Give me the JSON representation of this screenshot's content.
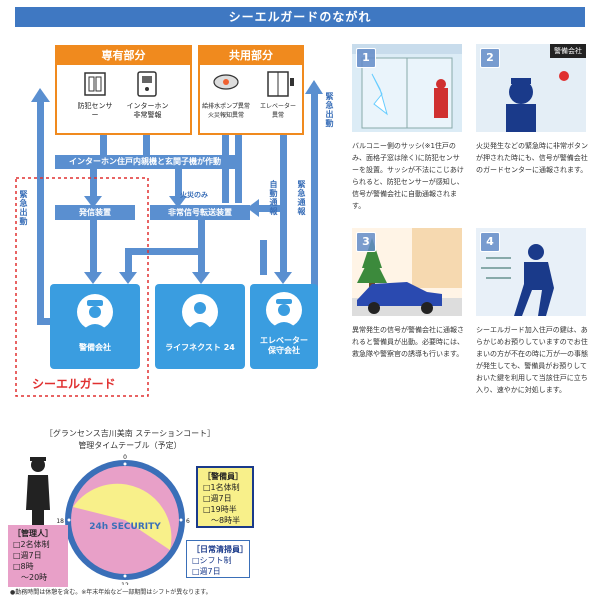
{
  "header": {
    "title": "シーエルガードのながれ"
  },
  "flow": {
    "private_area": "専有部分",
    "common_area": "共用部分",
    "sensors": [
      {
        "label": "防犯センサー"
      },
      {
        "label": "インターホン\n非常警報"
      },
      {
        "label": "給排水ポンプ異常\n火災報知異常"
      },
      {
        "label": "エレベーター\n異常"
      }
    ],
    "intercom_bar": "インターホン住戸内親機と玄関子機が作動",
    "fire_only": "火災のみ",
    "transmitter": "発信装置",
    "emergency_transfer": "非常信号転送装置",
    "emergency_dispatch_left": "緊急出動",
    "emergency_dispatch_right": "緊急出動",
    "auto_report": "自動通報",
    "urgent_report": "緊急通報",
    "guard_company": "警備会社",
    "lifenext": "ライフネクスト 24",
    "elevator_maint": "エレベーター\n保守会社",
    "brand": "シーエルガード"
  },
  "steps": [
    {
      "num": "1",
      "text": "バルコニー側のサッシ(※1住戸のみ、面格子窓は除く)に防犯センサーを設置。サッシが不法にこじあけられると、防犯センサーが感知し、信号が警備会社に自動通報されます。"
    },
    {
      "num": "2",
      "tag": "警備会社",
      "text": "火災発生などの緊急時に非常ボタンが押された時にも、信号が警備会社のガードセンターに通報されます。"
    },
    {
      "num": "3",
      "text": "異常発生の信号が警備会社に通報されると警備員が出動。必要時には、救急隊や警察官の誘導も行います。"
    },
    {
      "num": "4",
      "text": "シーエルガード加入住戸の鍵は、あらかじめお預りしていますのでお住まいの方が不在の時に万が一の事態が発生しても、警備員がお預りしておいた鍵を利用して当該住戸に立ち入り、速やかに対処します。"
    }
  ],
  "timetable": {
    "title1": "［グランセンス吉川美南 ステーションコート］",
    "title2": "管理タイムテーブル（予定）",
    "security_label": "24h SECURITY",
    "clock_top": "0",
    "clock_left": "18",
    "clock_right": "6",
    "clock_bottom": "12",
    "guard": {
      "title": "［警備員］",
      "lines": [
        "□1名体制",
        "□週7日",
        "□19時半",
        "　～8時半"
      ]
    },
    "manager": {
      "title": "［管理人］",
      "lines": [
        "□2名体制",
        "□週7日",
        "□8時",
        "　～20時"
      ]
    },
    "cleaner": {
      "title": "［日常清掃員］",
      "lines": [
        "□シフト制",
        "□週7日"
      ]
    },
    "note": "●勤務時間は休憩を含む。※年末年始など一部期間はシフトが異なります。"
  },
  "colors": {
    "orange": "#f08a1e",
    "blue": "#3a9de0",
    "guard_yellow": "#f8f08a",
    "manager_pink": "#e8a0c8",
    "red_dash": "#e03030"
  }
}
